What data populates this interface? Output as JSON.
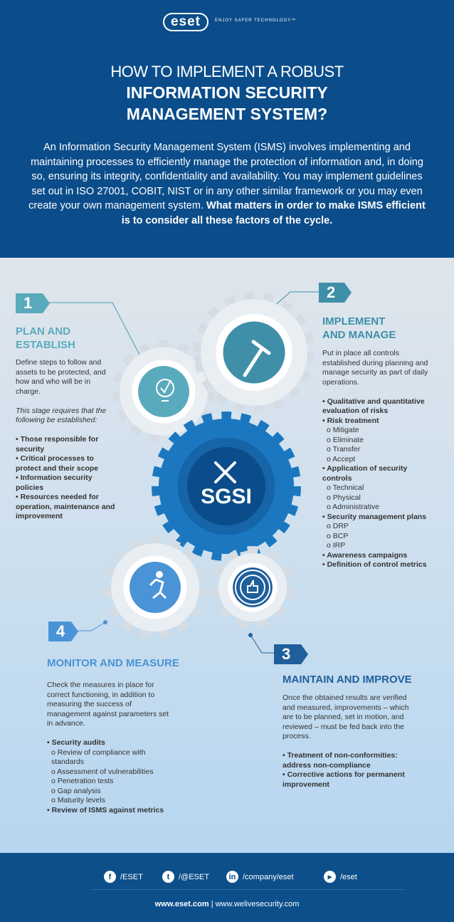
{
  "header": {
    "logo": "eset",
    "tagline": "ENJOY SAFER TECHNOLOGY™",
    "title_line1": "HOW TO IMPLEMENT A ROBUST",
    "title_line2": "INFORMATION SECURITY",
    "title_line3": "MANAGEMENT SYSTEM?",
    "intro": "An Information Security Management System (ISMS) involves implementing and maintaining processes to efficiently manage the protection of information and, in doing so, ensuring its integrity, confidentiality and availability. You may implement guidelines set out in ISO 27001, COBIT, NIST or in any other similar framework or you may even create your own management system.",
    "intro_bold": "What matters in order to make ISMS efficient is to consider all these factors of the cycle."
  },
  "center": {
    "label": "SGSI",
    "icon": "wrench-screwdriver-icon"
  },
  "steps": [
    {
      "number": "1",
      "title1": "PLAN AND",
      "title2": "ESTABLISH",
      "color": "#5aaabd",
      "icon": "lightbulb-check-icon",
      "text": "Define steps to follow and assets to be protected, and how and who will be in charge.",
      "note": "This stage requires that the following be established:",
      "items": [
        "Those responsible for security",
        "Critical processes to protect and their scope",
        "Information security policies",
        "Resources needed for operation, maintenance and improvement"
      ]
    },
    {
      "number": "2",
      "title1": "IMPLEMENT",
      "title2": "AND MANAGE",
      "color": "#3f8fa8",
      "icon": "hammer-icon",
      "text": "Put in place all controls established during planning and manage security as part of daily operations.",
      "items": [
        {
          "t": "Qualitative and quantitative evaluation of risks",
          "b": true
        },
        {
          "t": "",
          "b": false
        },
        {
          "t": "Risk treatment",
          "b": true
        },
        {
          "t": "o Mitigate"
        },
        {
          "t": "o Eliminate"
        },
        {
          "t": "o Transfer"
        },
        {
          "t": "o Accept"
        },
        {
          "t": ""
        },
        {
          "t": "Application of security controls",
          "b": true
        },
        {
          "t": "o Technical"
        },
        {
          "t": "o Physical"
        },
        {
          "t": "o Administrative"
        },
        {
          "t": ""
        },
        {
          "t": "Security management plans",
          "b": true
        },
        {
          "t": "o DRP"
        },
        {
          "t": "o BCP"
        },
        {
          "t": "o IRP"
        },
        {
          "t": "Awareness campaigns",
          "b": true
        },
        {
          "t": "Definition of control metrics",
          "b": true
        }
      ]
    },
    {
      "number": "3",
      "title1": "MAINTAIN AND IMPROVE",
      "color": "#1f5f9c",
      "icon": "thumbs-up-seal-icon",
      "text": "Once the obtained results are verified and measured, improvements – which are to be planned, set in motion, and reviewed – must be fed back into the process.",
      "items": [
        "Treatment of non-conformities: address non-compliance",
        "Corrective actions for permanent improvement"
      ]
    },
    {
      "number": "4",
      "title1": "MONITOR AND MEASURE",
      "color": "#4a93d6",
      "icon": "running-person-icon",
      "text": "Check the measures in place for correct functioning, in addition to measuring the success of management against parameters set in advance.",
      "items": [
        {
          "t": "Security audits",
          "b": true
        },
        {
          "t": "o Review of compliance with standards"
        },
        {
          "t": "o Assessment of vulnerabilities"
        },
        {
          "t": "o Penetration tests"
        },
        {
          "t": "o Gap analysis"
        },
        {
          "t": "o Maturity levels"
        },
        {
          "t": "Review of ISMS against metrics",
          "b": true
        }
      ]
    }
  ],
  "footer": {
    "social": [
      {
        "icon": "facebook-icon",
        "glyph": "f",
        "label": "/ESET"
      },
      {
        "icon": "twitter-icon",
        "glyph": "t",
        "label": "/@ESET"
      },
      {
        "icon": "linkedin-icon",
        "glyph": "in",
        "label": "/company/eset"
      },
      {
        "icon": "youtube-icon",
        "glyph": "▸",
        "label": "/eset"
      }
    ],
    "url1": "www.eset.com",
    "sep": "|",
    "url2": "www.welivesecurity.com"
  }
}
